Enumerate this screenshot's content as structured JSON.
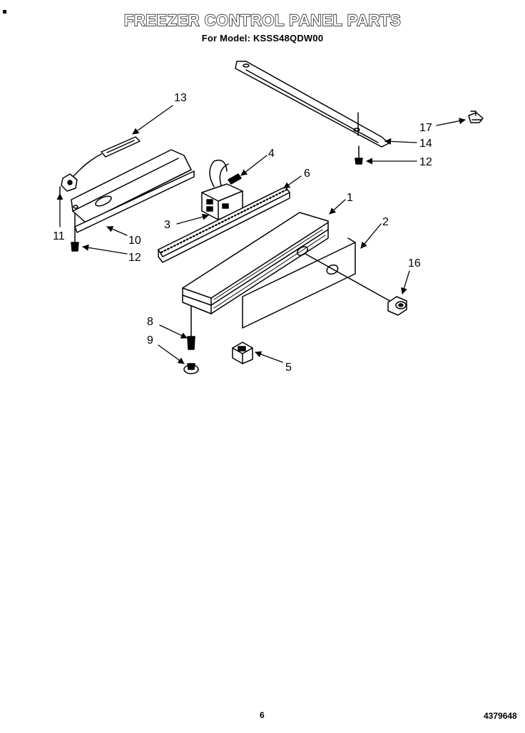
{
  "header": {
    "title": "FREEZER CONTROL PANEL PARTS",
    "subtitle": "For Model: KSSS48QDW00"
  },
  "callouts": {
    "c1": "1",
    "c2": "2",
    "c3": "3",
    "c4": "4",
    "c5": "5",
    "c6": "6",
    "c8": "8",
    "c9": "9",
    "c10": "10",
    "c11": "11",
    "c12a": "12",
    "c12b": "12",
    "c13": "13",
    "c14": "14",
    "c16": "16",
    "c17": "17"
  },
  "footer": {
    "page_number": "6",
    "document_code": "4379648"
  }
}
